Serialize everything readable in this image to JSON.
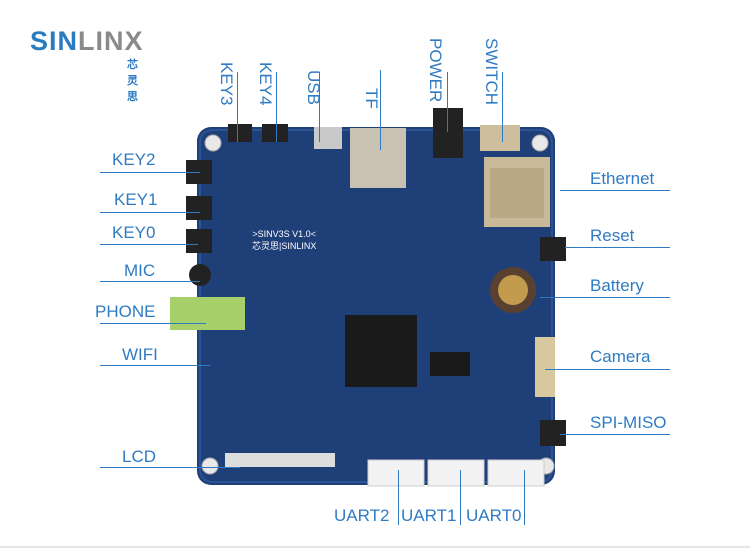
{
  "logo": {
    "part1": "SIN",
    "part2": "LINX",
    "chinese": "芯灵思",
    "colors": {
      "part1": "#2a7cc1",
      "part2": "#8a8a8a"
    }
  },
  "board": {
    "silkscreen": ">SINV3S V1.0<",
    "silkscreen_brand": "芯灵思|SINLINX",
    "pcb_color": "#1f3f78"
  },
  "labels": {
    "top": [
      "KEY3",
      "KEY4",
      "USB",
      "TF",
      "POWER",
      "SWITCH"
    ],
    "left": [
      "KEY2",
      "KEY1",
      "KEY0",
      "MIC",
      "PHONE",
      "WIFI",
      "LCD"
    ],
    "right": [
      "Ethernet",
      "Reset",
      "Battery",
      "Camera",
      "SPI-MISO"
    ],
    "bottom": [
      "UART2",
      "UART1",
      "UART0"
    ]
  },
  "label_color": "#2f7bc3"
}
